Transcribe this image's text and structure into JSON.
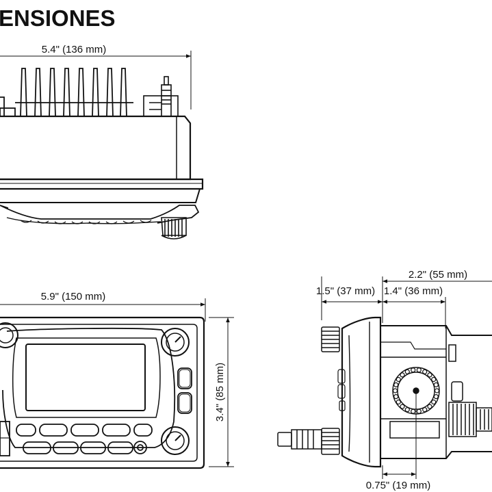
{
  "title": "ENSIONES",
  "dimensions": {
    "top_width": "5.4\" (136 mm)",
    "front_width": "5.9\" (150 mm)",
    "front_height": "3.4\" (85 mm)",
    "side_total": "2.2\" (55 mm)",
    "side_front": "1.5\" (37 mm)",
    "side_rear": "1.4\" (36 mm)",
    "side_bottom": "0.75\" (19 mm)"
  }
}
